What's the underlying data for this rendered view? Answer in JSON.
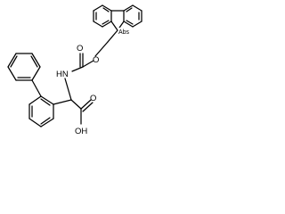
{
  "molecule": {
    "atom_labels": {
      "nh": "HN",
      "carbonyl_o": "O",
      "ester_o": "O",
      "acid_o": "O",
      "acid_oh": "OH",
      "stereo_mark": "Abs"
    },
    "colors": {
      "bond": "#000000",
      "label": "#000000",
      "background": "#ffffff"
    }
  }
}
